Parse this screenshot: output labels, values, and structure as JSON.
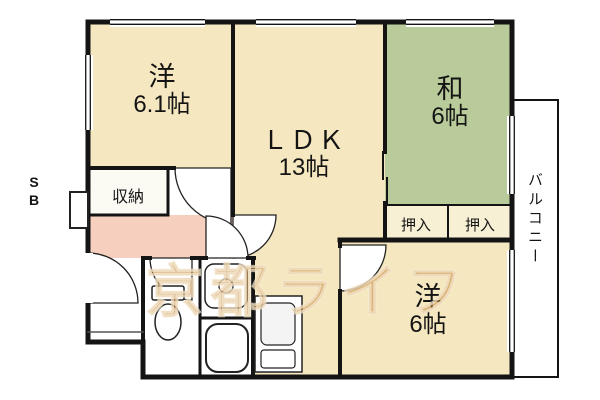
{
  "floorplan": {
    "watermark_text": "京都ライフ",
    "rooms": {
      "western_1": {
        "name": "洋",
        "size": "6.1帖"
      },
      "ldk": {
        "name": "ＬＤＫ",
        "size": "13帖"
      },
      "japanese": {
        "name": "和",
        "size": "6帖"
      },
      "western_2": {
        "name": "洋",
        "size": "6帖"
      },
      "storage": {
        "label": "収納"
      },
      "closet_left": {
        "label": "押入"
      },
      "closet_right": {
        "label": "押入"
      },
      "balcony": {
        "label": "バルコニー"
      },
      "shaft_box": {
        "label": "SB"
      }
    },
    "colors": {
      "wall": "#141414",
      "room_cream": "#f5e7bf",
      "tatami_green": "#b9cb9a",
      "hall_pink": "#f6cfbe",
      "closet_cream": "#f7f0d4",
      "storage_white": "#fbfaf3",
      "watermark_tan": "#c78a3f"
    }
  }
}
